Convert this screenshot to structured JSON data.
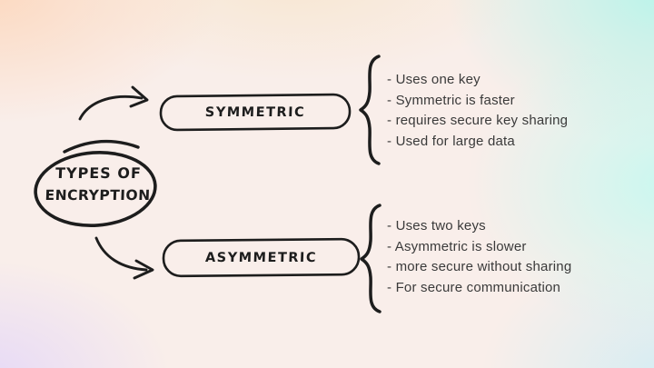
{
  "title": {
    "line1": "TYPES OF",
    "line2": "ENCRYPTION"
  },
  "branches": [
    {
      "label": "SYMMETRIC",
      "points": [
        "- Uses one key",
        "- Symmetric is faster",
        "- requires secure key sharing",
        "- Used for large data"
      ]
    },
    {
      "label": "ASYMMETRIC",
      "points": [
        "- Uses two keys",
        "- Asymmetric is slower",
        "- more secure without sharing",
        "- For secure communication"
      ]
    }
  ],
  "colors": {
    "ink": "#1d1d1d",
    "body_text": "#3a3a3a",
    "bg_top_left": "#fcdcc5",
    "bg_top_right": "#c0f5ed",
    "bg_right_mid": "#cefaf3",
    "bg_bottom_right": "#dff1f5",
    "bg_bottom_left": "#eadef8",
    "bg_center": "#fbeee8"
  }
}
